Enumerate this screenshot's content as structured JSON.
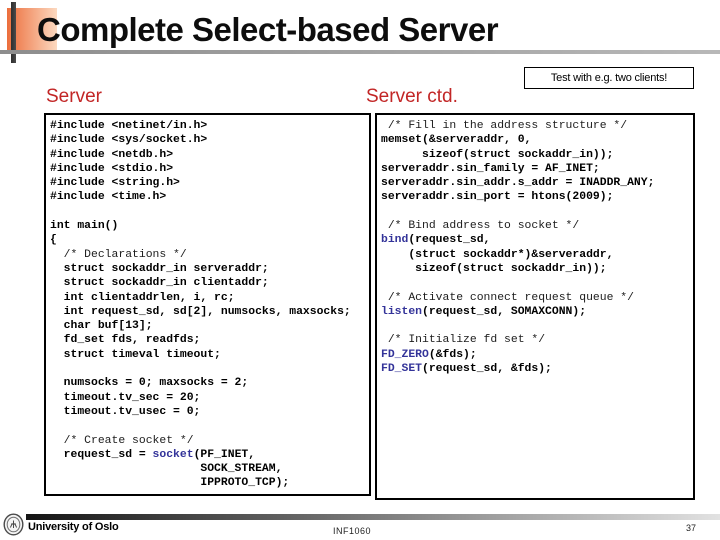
{
  "slide": {
    "title": "Complete Select-based Server",
    "callout": "Test with e.g. two clients!",
    "columns": {
      "left_heading": "Server",
      "right_heading": "Server ctd."
    }
  },
  "colors": {
    "heading_red": "#c22626",
    "keyword_blue": "#333399",
    "accent_orange_start": "#ec6e3c",
    "accent_orange_end": "#fcd9c0"
  },
  "code_left": {
    "lines": [
      "#include <netinet/in.h>",
      "#include <sys/socket.h>",
      "#include <netdb.h>",
      "#include <stdio.h>",
      "#include <string.h>",
      "#include <time.h>",
      "",
      "int main()",
      "{",
      [
        {
          "t": "  /* Declarations */",
          "c": "comment"
        }
      ],
      "  struct sockaddr_in serveraddr;",
      "  struct sockaddr_in clientaddr;",
      "  int clientaddrlen, i, rc;",
      "  int request_sd, sd[2], numsocks, maxsocks;",
      "  char buf[13];",
      "  fd_set fds, readfds;",
      "  struct timeval timeout;",
      "",
      "  numsocks = 0; maxsocks = 2;",
      "  timeout.tv_sec = 20;",
      "  timeout.tv_usec = 0;",
      "",
      [
        {
          "t": "  /* Create socket */",
          "c": "comment"
        }
      ],
      [
        {
          "t": "  request_sd = ",
          "c": "code"
        },
        {
          "t": "socket",
          "c": "keyword"
        },
        {
          "t": "(PF_INET,",
          "c": "code"
        }
      ],
      "                      SOCK_STREAM,",
      "                      IPPROTO_TCP);"
    ]
  },
  "code_right": {
    "lines": [
      [
        {
          "t": " /* Fill in the address structure */",
          "c": "comment"
        }
      ],
      "memset(&serveraddr, 0,",
      "      sizeof(struct sockaddr_in));",
      "serveraddr.sin_family = AF_INET;",
      "serveraddr.sin_addr.s_addr = INADDR_ANY;",
      "serveraddr.sin_port = htons(2009);",
      "",
      [
        {
          "t": " /* Bind address to socket */",
          "c": "comment"
        }
      ],
      [
        {
          "t": "bind",
          "c": "keyword"
        },
        {
          "t": "(request_sd,",
          "c": "code"
        }
      ],
      "    (struct sockaddr*)&serveraddr,",
      "     sizeof(struct sockaddr_in));",
      "",
      [
        {
          "t": " /* Activate connect request queue */",
          "c": "comment"
        }
      ],
      [
        {
          "t": "listen",
          "c": "keyword"
        },
        {
          "t": "(request_sd, SOMAXCONN);",
          "c": "code"
        }
      ],
      "",
      [
        {
          "t": " /* Initialize fd set */",
          "c": "comment"
        }
      ],
      [
        {
          "t": "FD_ZERO",
          "c": "keyword"
        },
        {
          "t": "(&fds);",
          "c": "code"
        }
      ],
      [
        {
          "t": "FD_SET",
          "c": "keyword"
        },
        {
          "t": "(request_sd, &fds);",
          "c": "code"
        }
      ]
    ]
  },
  "footer": {
    "organization": "University of Oslo",
    "course": "INF1060",
    "page_number": "37"
  }
}
